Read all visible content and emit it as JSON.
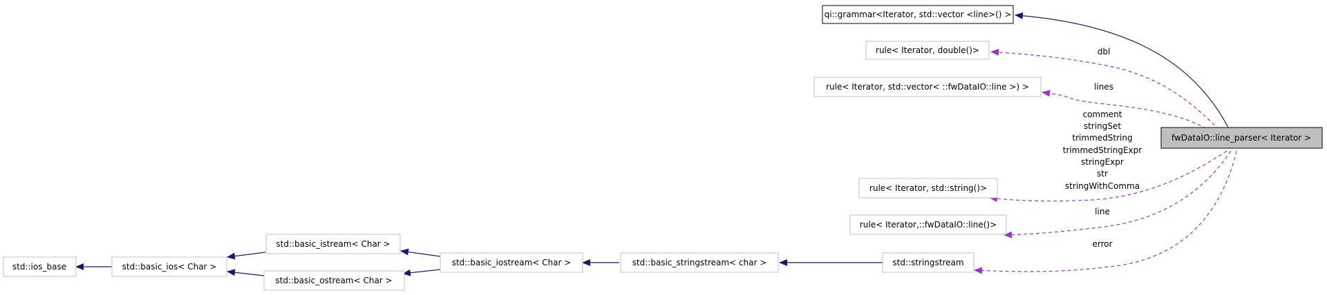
{
  "colors": {
    "inheritance": "#191970",
    "usage": "#9a32cd",
    "focus_fill": "#bfbfbf"
  },
  "nodes": {
    "line_parser": "fwDataIO::line_parser< Iterator >",
    "grammar": "qi::grammar<Iterator, std::vector <line>() >",
    "rule_double": "rule< Iterator, double()>",
    "rule_lines": "rule< Iterator, std::vector< ::fwDataIO::line >) >",
    "rule_string": "rule< Iterator, std::string()>",
    "rule_line": "rule< Iterator,::fwDataIO::line()>",
    "stringstream": "std::stringstream",
    "basic_stringstream": "std::basic_stringstream< char >",
    "basic_iostream": "std::basic_iostream< Char >",
    "basic_istream": "std::basic_istream< Char >",
    "basic_ostream": "std::basic_ostream< Char >",
    "basic_ios": "std::basic_ios< Char >",
    "ios_base": "std::ios_base"
  },
  "edge_labels": {
    "dbl": "dbl",
    "lines": "lines",
    "string_members": [
      "comment",
      "stringSet",
      "trimmedString",
      "trimmedStringExpr",
      "stringExpr",
      "str",
      "stringWithComma"
    ],
    "line": "line",
    "error": "error"
  }
}
